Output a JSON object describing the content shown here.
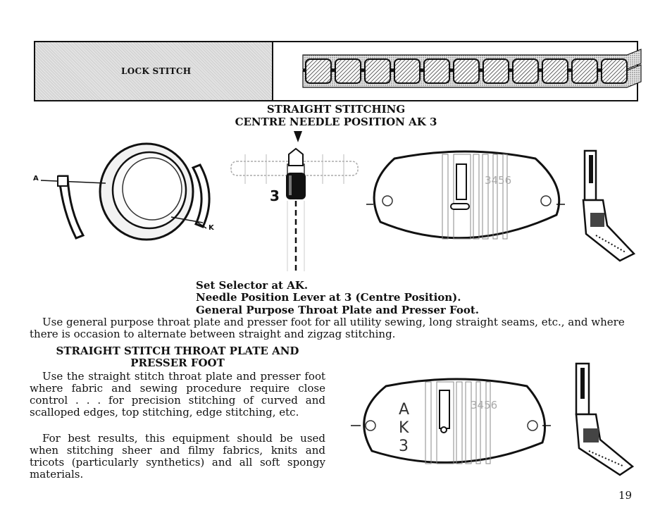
{
  "header": {
    "lock_label": "LOCK STITCH"
  },
  "title": {
    "line1": "STRAIGHT STITCHING",
    "line2": "CENTRE NEEDLE POSITION AK 3"
  },
  "figures": {
    "dial_label_a": "A",
    "dial_label_k": "K",
    "lever_number": "3",
    "plate_numbers": "3456",
    "plate2_letters": [
      "A",
      "K",
      "3"
    ]
  },
  "instructions": {
    "line1": "Set Selector at AK.",
    "line2": "Needle Position Lever at 3 (Centre Position).",
    "line3": "General Purpose Throat Plate and Presser Foot."
  },
  "paragraph1": "Use general purpose throat plate and presser foot for all utility sewing, long straight seams, etc., and where there is occasion to alternate between straight and zigzag stitching.",
  "section": {
    "title_line1": "STRAIGHT STITCH THROAT PLATE AND",
    "title_line2": "PRESSER FOOT",
    "paragraph2": "Use the straight stitch throat plate and presser foot where fabric and sewing procedure require close control . . . for precision stitching of curved and scalloped edges, top stitching, edge stitching, etc.",
    "paragraph3": "For best results, this equipment should be used when stitching sheer and filmy fabrics, knits and tricots (particularly synthetics) and all soft spongy materials."
  },
  "page_number": "19"
}
